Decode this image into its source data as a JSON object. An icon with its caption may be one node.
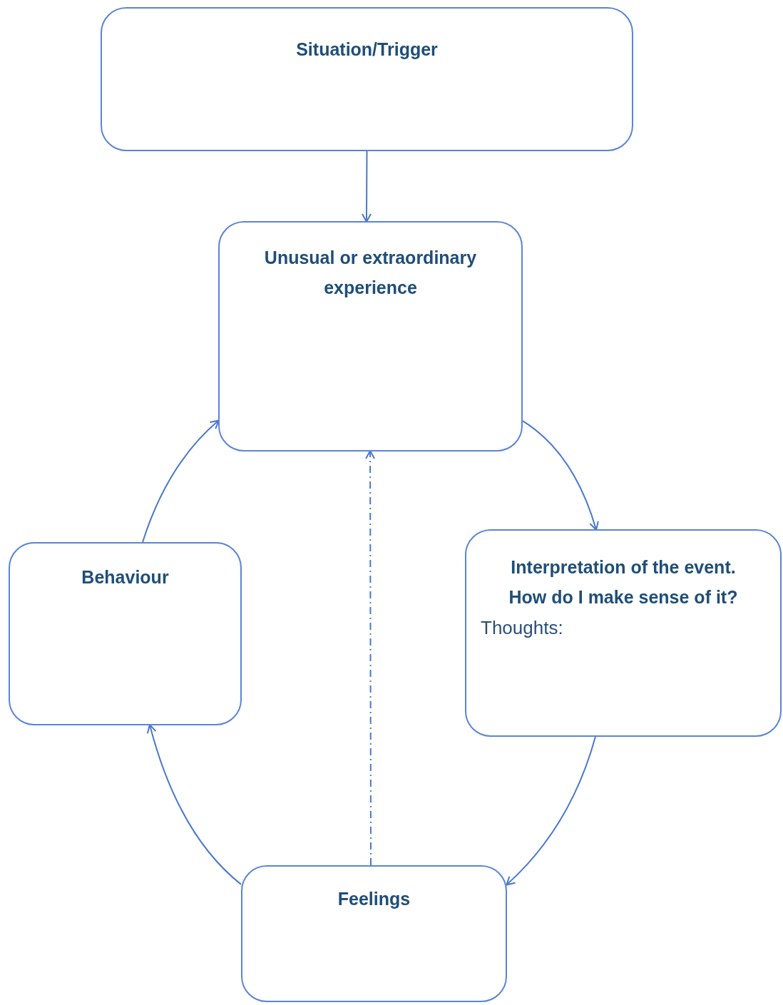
{
  "diagram": {
    "nodes": [
      {
        "text": [
          "Situation/Trigger"
        ]
      },
      {
        "text": [
          "Unusual or extraordinary experience"
        ]
      },
      {
        "text": [
          "Interpretation of the event.",
          "How do I make sense of it?",
          "Thoughts:"
        ]
      },
      {
        "text": [
          "Feelings"
        ]
      },
      {
        "text": [
          "Behaviour"
        ]
      }
    ],
    "edges": [
      {
        "from": 0,
        "to": 1,
        "arrow": "to"
      },
      {
        "from": 1,
        "to": 2,
        "arrow": "to"
      },
      {
        "from": 2,
        "to": 3,
        "arrow": "to"
      },
      {
        "from": 3,
        "to": 4,
        "arrow": "to"
      },
      {
        "from": 4,
        "to": 1,
        "arrow": "to"
      },
      {
        "from": 3,
        "to": 1,
        "arrow": "to",
        "style": "dashed"
      }
    ]
  }
}
